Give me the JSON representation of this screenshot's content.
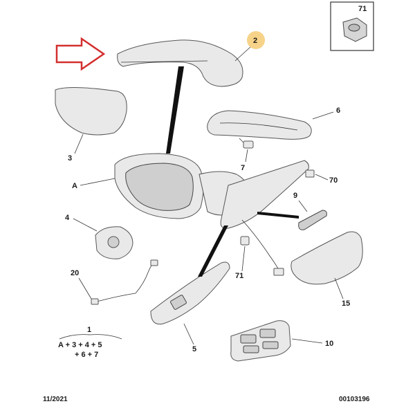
{
  "diagram": {
    "callouts": {
      "c2": "2",
      "c71_top": "71",
      "c6": "6",
      "c3": "3",
      "c7": "7",
      "cA": "A",
      "c70": "70",
      "c9": "9",
      "c4": "4",
      "c71": "71",
      "c20": "20",
      "c15": "15",
      "c1": "1",
      "c5": "5",
      "c10": "10"
    },
    "formula": {
      "line1": "A + 3 + 4 + 5",
      "line2": "+ 6 + 7"
    },
    "footer": {
      "date": "11/2021",
      "ref": "00103196"
    },
    "colors": {
      "arrow": "#d32f2f",
      "highlight_circle": "#f5c86b"
    }
  }
}
